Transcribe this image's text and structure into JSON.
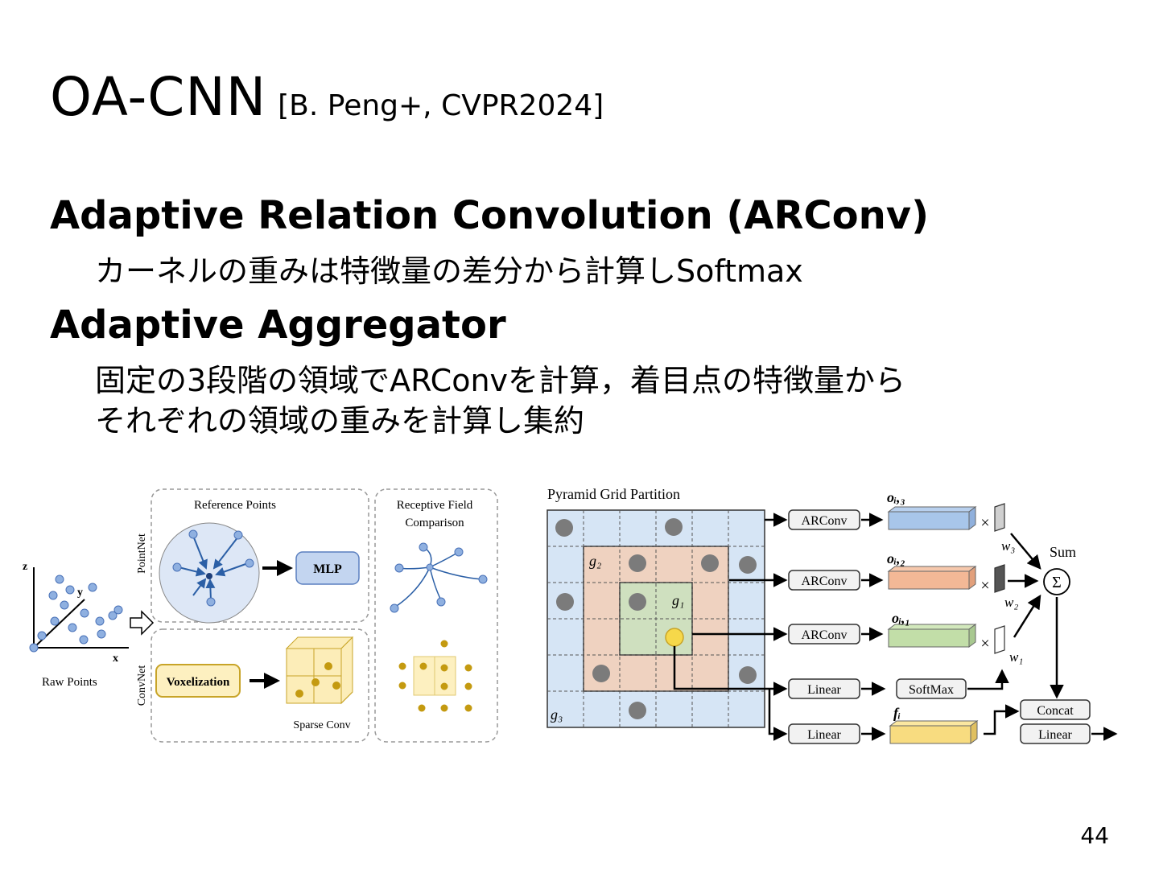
{
  "slide": {
    "title": "OA-CNN",
    "citation": "[B. Peng+, CVPR2024]",
    "sections": [
      {
        "heading": "Adaptive Relation Convolution (ARConv)",
        "lines": [
          "カーネルの重みは特徴量の差分から計算しSoftmax"
        ]
      },
      {
        "heading": "Adaptive Aggregator",
        "lines": [
          "固定の3段階の領域でARConvを計算，着目点の特徴量から",
          "それぞれの領域の重みを計算し集約"
        ]
      }
    ],
    "page_number": "44"
  },
  "figure_left": {
    "raw_points_label": "Raw Points",
    "axis_z": "z",
    "axis_y": "y",
    "axis_x": "x",
    "pointnet_label": "PointNet",
    "convnet_label": "ConvNet",
    "reference_points_label": "Reference Points",
    "mlp_label": "MLP",
    "voxelization_label": "Voxelization",
    "sparse_conv_label": "Sparse Conv",
    "receptive_field_label_1": "Receptive Field",
    "receptive_field_label_2": "Comparison"
  },
  "figure_right": {
    "grid_title": "Pyramid  Grid Partition",
    "g1": "g₁",
    "g2": "g₂",
    "g3": "g₃",
    "arconv_label": "ARConv",
    "linear_label": "Linear",
    "softmax_label": "SoftMax",
    "concat_label": "Concat",
    "sum_label": "Sum",
    "sigma": "Σ",
    "times": "×",
    "o3": "oᵢ,₃",
    "o2": "oᵢ,₂",
    "o1": "oᵢ,₁",
    "fi": "fᵢ",
    "w1": "w₁",
    "w2": "w₂",
    "w3": "w₃"
  }
}
